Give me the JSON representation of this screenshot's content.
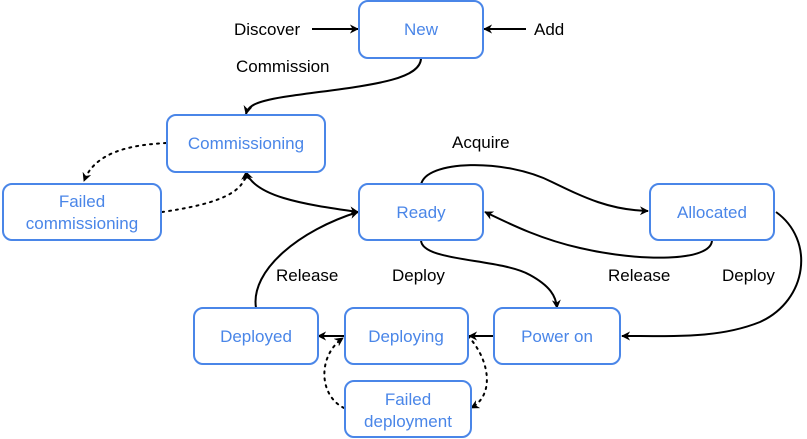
{
  "nodes": {
    "new": "New",
    "commissioning": "Commissioning",
    "failed_commissioning": [
      "Failed",
      "commissioning"
    ],
    "ready": "Ready",
    "allocated": "Allocated",
    "deployed": "Deployed",
    "deploying": "Deploying",
    "power_on": "Power on",
    "failed_deployment": [
      "Failed",
      "deployment"
    ]
  },
  "edges": {
    "discover": "Discover",
    "add": "Add",
    "commission": "Commission",
    "acquire": "Acquire",
    "release_ready": "Release",
    "release_deployed": "Release",
    "deploy_ready": "Deploy",
    "deploy_allocated": "Deploy"
  },
  "colors": {
    "node_border": "#4a86e8",
    "node_text": "#4a86e8",
    "edge": "#000000"
  }
}
